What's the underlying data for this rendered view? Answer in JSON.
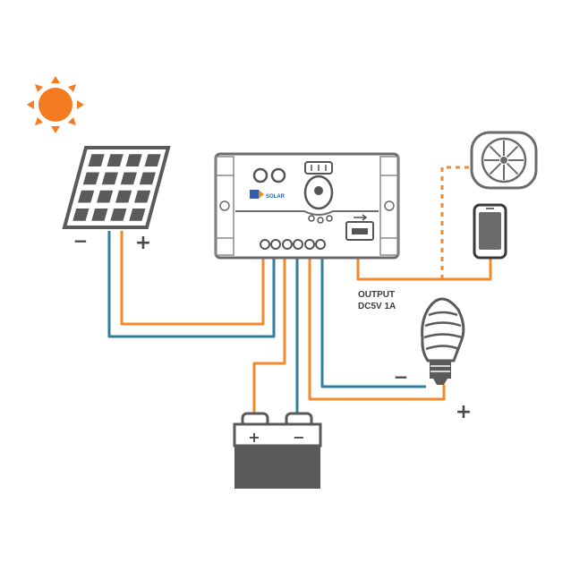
{
  "colors": {
    "background": "#ffffff",
    "device_gray": "#5a5a5a",
    "outline_gray": "#6b6b6b",
    "wire_orange": "#f08a2c",
    "wire_blue": "#2f7f9e",
    "sun_orange": "#f47b20"
  },
  "panel": {
    "negative_sign": "−",
    "positive_sign": "+"
  },
  "controller": {
    "logo_text": "SOLAR"
  },
  "output": {
    "line1": "OUTPUT",
    "line2": "DC5V 1A"
  },
  "bulb": {
    "negative_sign": "−",
    "positive_sign": "+"
  },
  "battery": {
    "positive_sign": "+",
    "negative_sign": "−"
  },
  "icons": {
    "sun": "sun-icon",
    "solar_panel": "solar-panel-icon",
    "controller": "charge-controller-icon",
    "fan": "fan-icon",
    "phone": "smartphone-icon",
    "bulb": "light-bulb-icon",
    "battery": "battery-icon",
    "usb": "usb-icon"
  }
}
